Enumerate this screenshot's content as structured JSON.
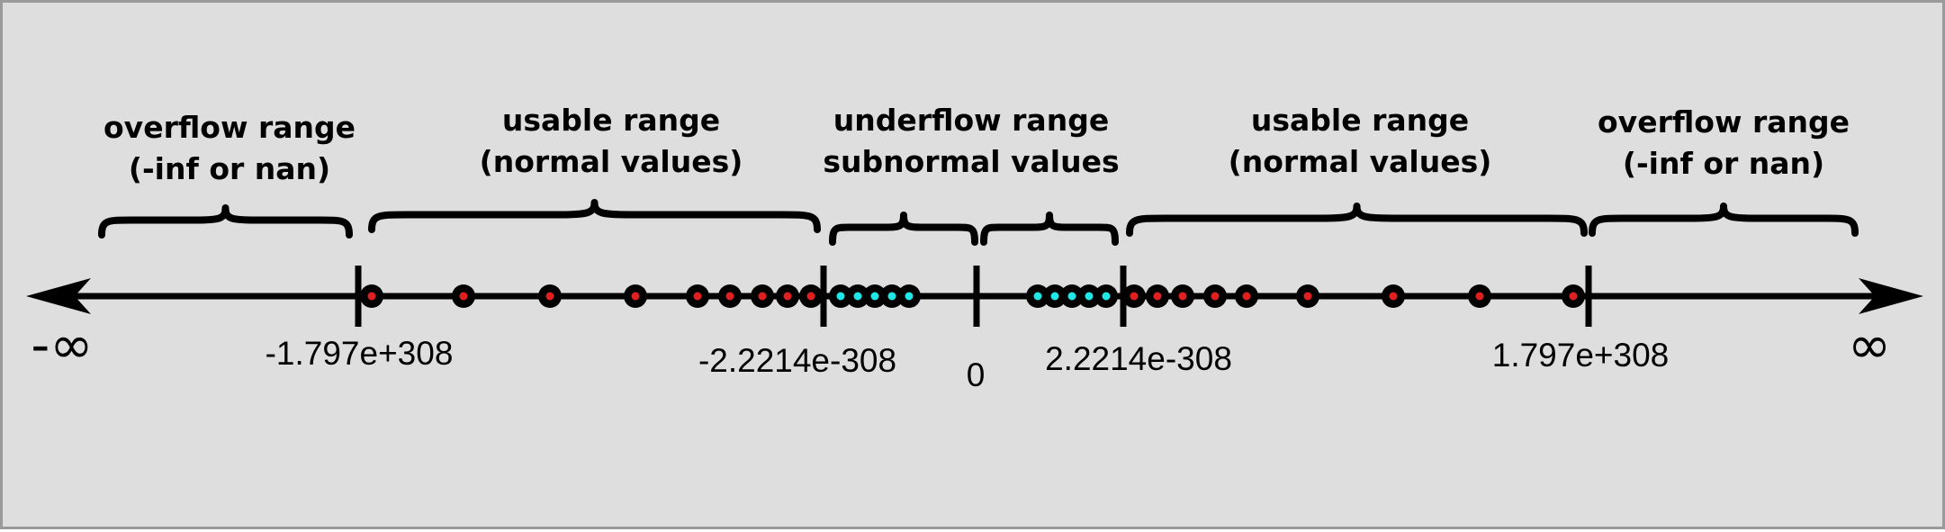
{
  "ranges": [
    {
      "line1": "overflow range",
      "line2": "(-inf or nan)"
    },
    {
      "line1": "usable range",
      "line2": "(normal values)"
    },
    {
      "line1": "underflow range",
      "line2": "subnormal values"
    },
    {
      "line1": "usable range",
      "line2": "(normal values)"
    },
    {
      "line1": "overflow range",
      "line2": "(-inf or nan)"
    }
  ],
  "values": {
    "neg_max": "-1.797e+308",
    "neg_min_normal": "-2.2214e-308",
    "zero": "0",
    "pos_min_normal": "2.2214e-308",
    "pos_max": "1.797e+308"
  },
  "infinity": {
    "negative": "-∞",
    "positive": "∞"
  },
  "colors": {
    "background": "#dedede",
    "border": "#9a9a9a",
    "line": "#000000",
    "normal_dot": "#e02020",
    "subnormal_dot": "#20e6e6"
  }
}
